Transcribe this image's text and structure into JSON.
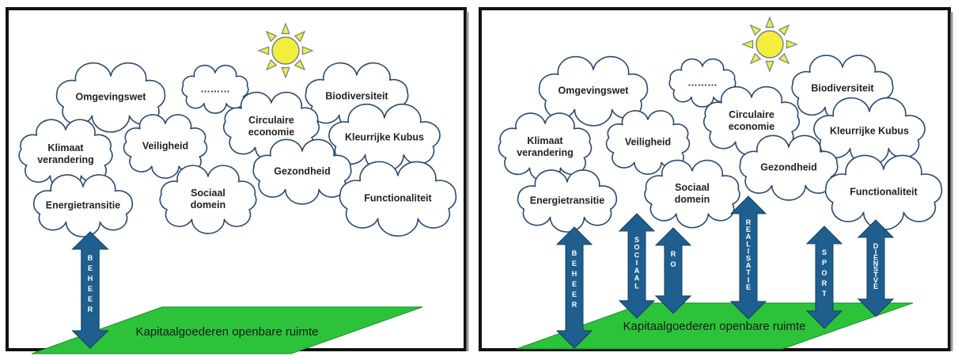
{
  "colors": {
    "frame": "#111111",
    "cloud_fill": "#ffffff",
    "cloud_stroke": "#2c4a6e",
    "sun_fill": "#f3ee3c",
    "sun_stroke": "#6f7d90",
    "ground_fill": "#2cc33a",
    "arrow_fill": "#1f5f8f"
  },
  "panels": [
    {
      "clouds": [
        {
          "id": "omgevingswet",
          "lines": [
            "Omgevingswet"
          ]
        },
        {
          "id": "dots",
          "lines": [
            "………"
          ]
        },
        {
          "id": "biodiversiteit",
          "lines": [
            "Biodiversiteit"
          ]
        },
        {
          "id": "circulaire",
          "lines": [
            "Circulaire",
            "economie"
          ]
        },
        {
          "id": "klimaat",
          "lines": [
            "Klimaat",
            "verandering"
          ]
        },
        {
          "id": "veiligheid",
          "lines": [
            "Veiligheid"
          ]
        },
        {
          "id": "kleurrijke",
          "lines": [
            "Kleurrijke Kubus"
          ]
        },
        {
          "id": "gezondheid",
          "lines": [
            "Gezondheid"
          ]
        },
        {
          "id": "sociaal",
          "lines": [
            "Sociaal",
            "domein"
          ]
        },
        {
          "id": "energie",
          "lines": [
            "Energietransitie"
          ]
        },
        {
          "id": "functionaliteit",
          "lines": [
            "Functionaliteit"
          ]
        }
      ],
      "ground_label": "Kapitaalgoederen openbare ruimte",
      "arrows": [
        {
          "id": "beheer",
          "label": "BEHEER"
        }
      ]
    },
    {
      "clouds": [
        {
          "id": "omgevingswet",
          "lines": [
            "Omgevingswet"
          ]
        },
        {
          "id": "dots",
          "lines": [
            "………"
          ]
        },
        {
          "id": "biodiversiteit",
          "lines": [
            "Biodiversiteit"
          ]
        },
        {
          "id": "circulaire",
          "lines": [
            "Circulaire",
            "economie"
          ]
        },
        {
          "id": "klimaat",
          "lines": [
            "Klimaat",
            "verandering"
          ]
        },
        {
          "id": "veiligheid",
          "lines": [
            "Veiligheid"
          ]
        },
        {
          "id": "kleurrijke",
          "lines": [
            "Kleurrijke Kubus"
          ]
        },
        {
          "id": "gezondheid",
          "lines": [
            "Gezondheid"
          ]
        },
        {
          "id": "sociaal",
          "lines": [
            "Sociaal",
            "domein"
          ]
        },
        {
          "id": "energie",
          "lines": [
            "Energietransitie"
          ]
        },
        {
          "id": "functionaliteit",
          "lines": [
            "Functionaliteit"
          ]
        }
      ],
      "ground_label": "Kapitaalgoederen openbare ruimte",
      "arrows": [
        {
          "id": "beheer",
          "label": "BEHEER"
        },
        {
          "id": "sociaal",
          "label": "SOCIAAL"
        },
        {
          "id": "ro",
          "label": "RO"
        },
        {
          "id": "realisatie",
          "label": "REALISATIE"
        },
        {
          "id": "sport",
          "label": "SPORT"
        },
        {
          "id": "dienstve",
          "label": "DIENSTVE"
        }
      ]
    }
  ]
}
